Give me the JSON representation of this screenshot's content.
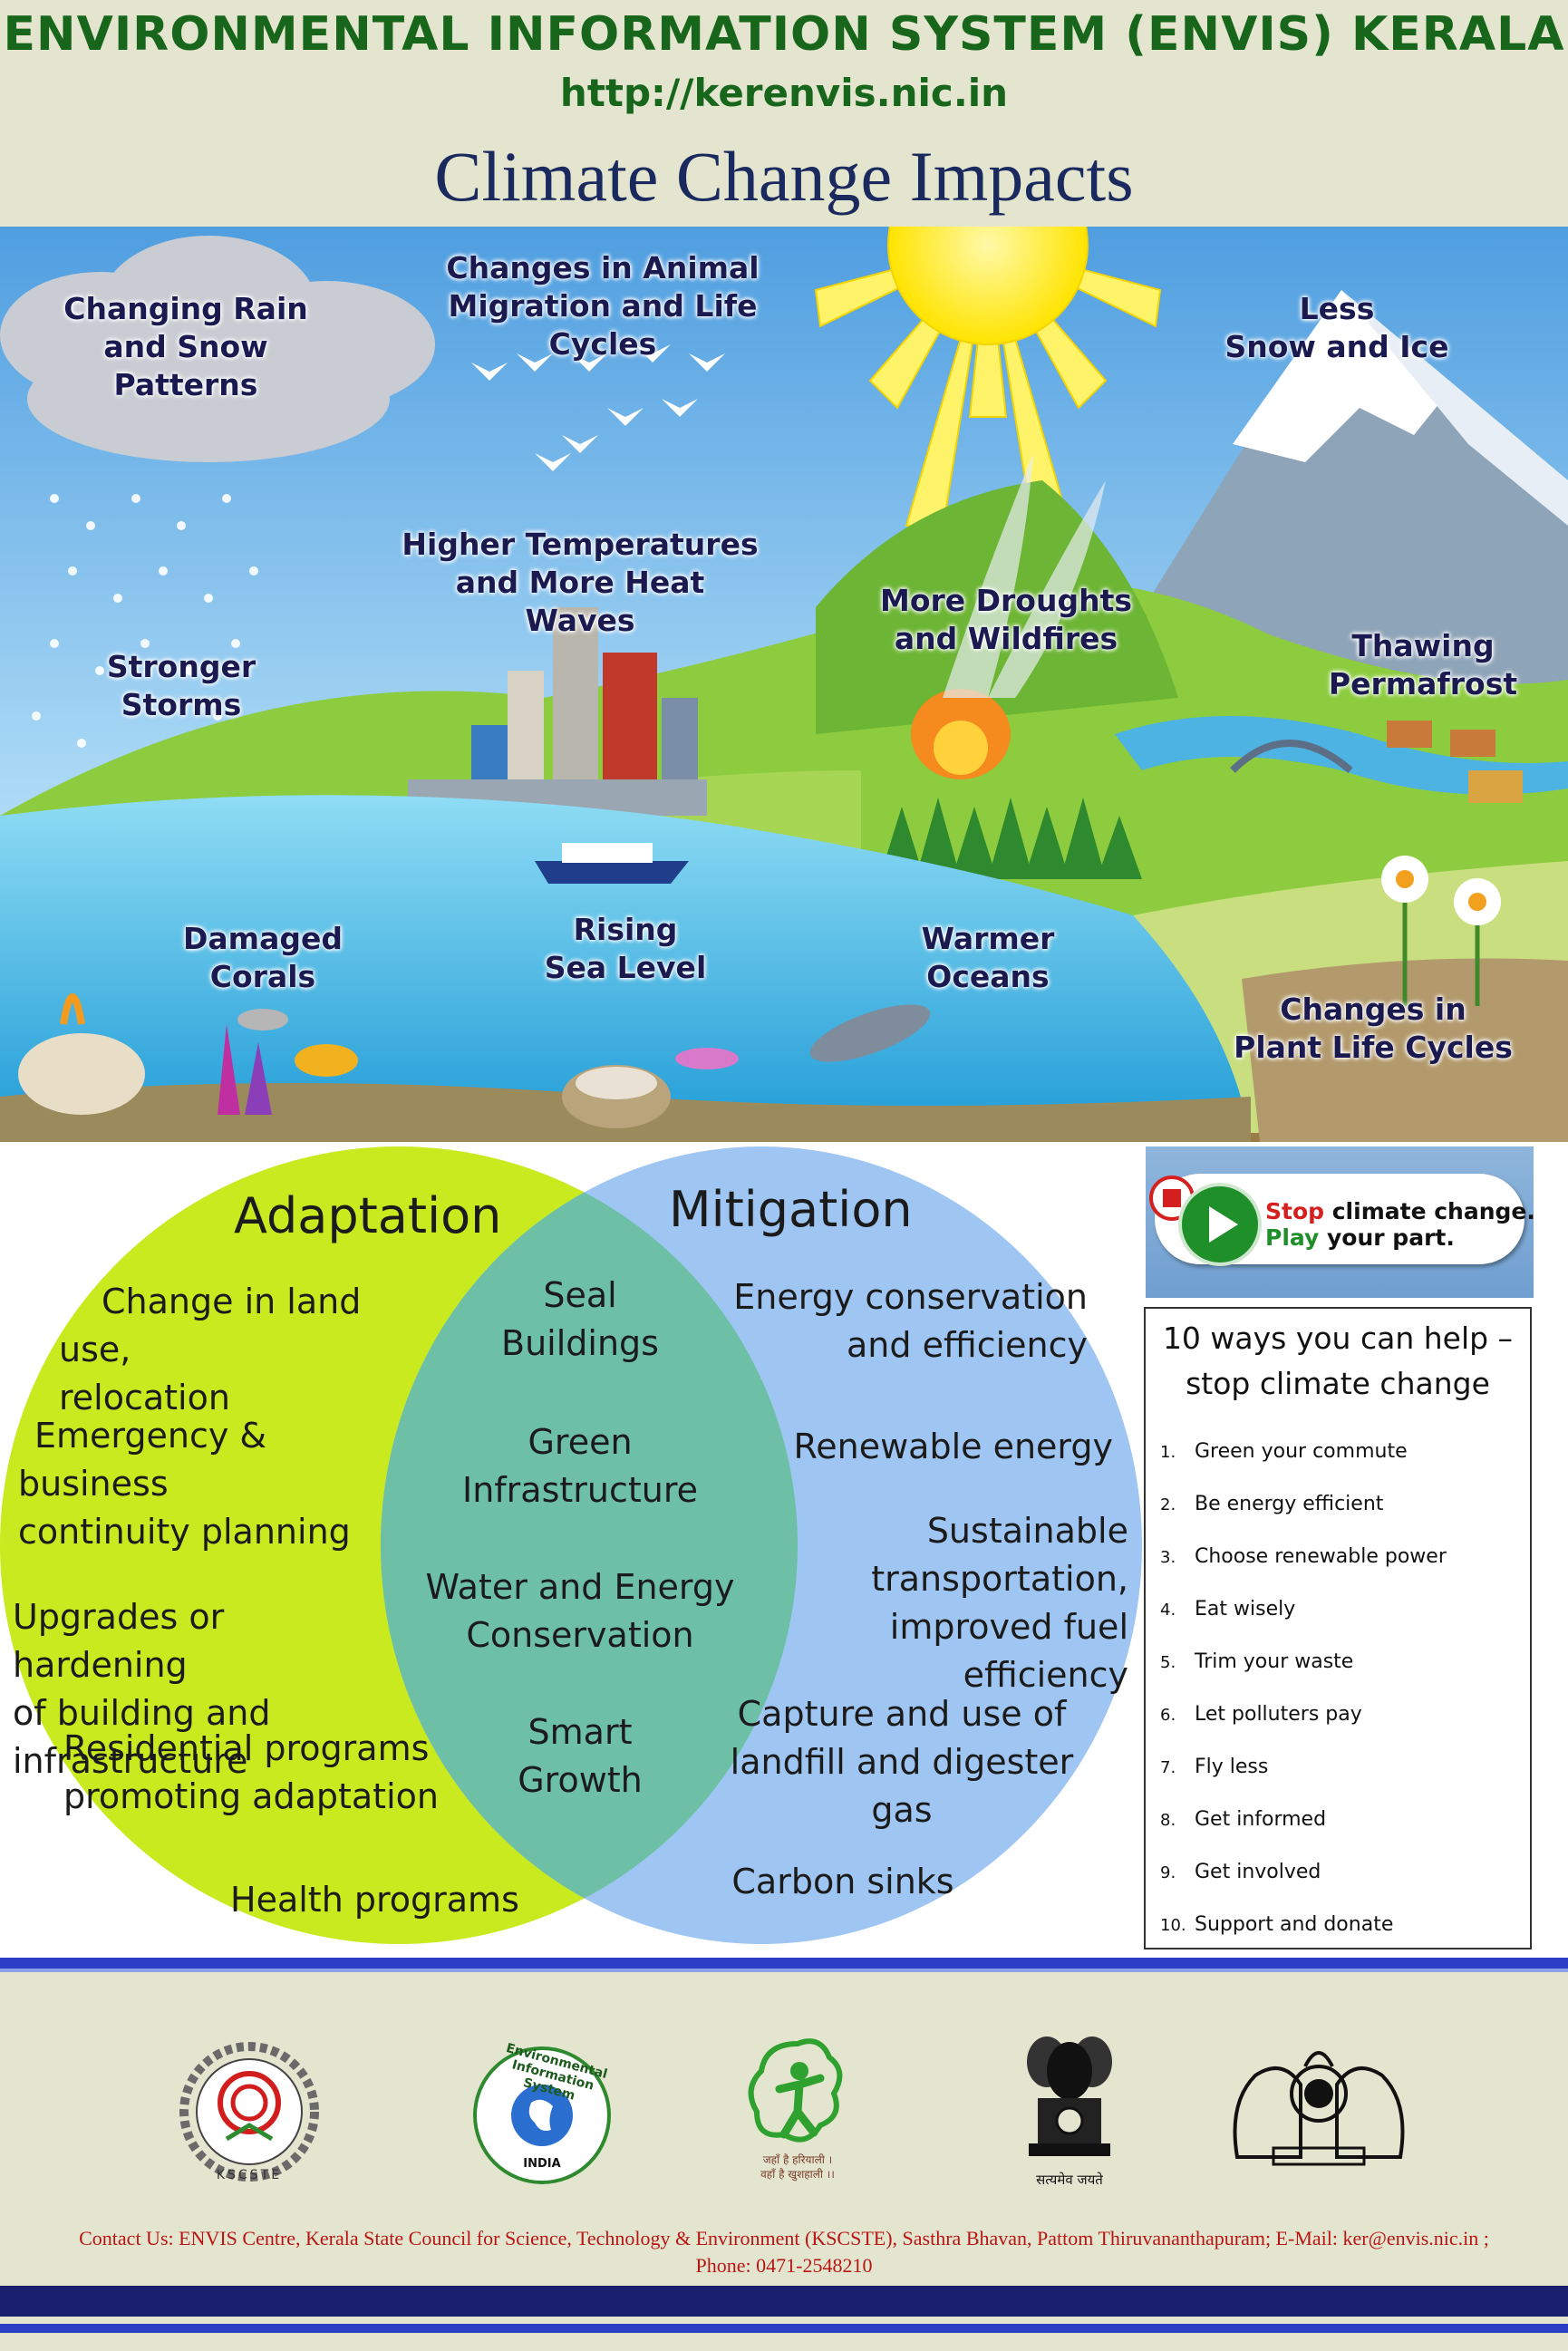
{
  "header": {
    "org_title": "ENVIRONMENTAL INFORMATION SYSTEM (ENVIS) KERALA",
    "url": "http://kerenvis.nic.in",
    "poster_title": "Climate Change Impacts"
  },
  "illustration": {
    "labels": {
      "rain_snow": "Changing Rain\nand Snow\nPatterns",
      "animal_migration": "Changes in Animal\nMigration and Life Cycles",
      "less_snow": "Less\nSnow and Ice",
      "heat_waves": "Higher Temperatures\nand More Heat Waves",
      "droughts": "More Droughts\nand Wildfires",
      "thawing": "Thawing\nPermafrost",
      "storms": "Stronger\nStorms",
      "corals": "Damaged\nCorals",
      "sea_level": "Rising\nSea Level",
      "oceans": "Warmer\nOceans",
      "plant_life": "Changes in\nPlant Life Cycles"
    }
  },
  "venn": {
    "adaptation_title": "Adaptation",
    "mitigation_title": "Mitigation",
    "adaptation_items": [
      "Change in land use,\nrelocation",
      "Emergency & business\ncontinuity planning",
      "Upgrades or hardening\nof building and\ninfrastructure",
      "Residential programs\npromoting adaptation",
      "Health programs"
    ],
    "overlap_items": [
      "Seal\nBuildings",
      "Green\nInfrastructure",
      "Water and Energy\nConservation",
      "Smart\nGrowth"
    ],
    "mitigation_items": [
      "Energy conservation\nand efficiency",
      "Renewable energy",
      "Sustainable\ntransportation,\nimproved fuel efficiency",
      "Capture and use of\nlandfill and digester gas",
      "Carbon sinks"
    ]
  },
  "stop_banner": {
    "stop": "Stop",
    "stop_rest": " climate change.",
    "play": "Play",
    "play_rest": " your part."
  },
  "ways": {
    "title": "10 ways you can help –\nstop climate change",
    "items": [
      {
        "num": "1.",
        "text": "Green your commute"
      },
      {
        "num": "2.",
        "text": "Be energy efficient"
      },
      {
        "num": "3.",
        "text": "Choose renewable power"
      },
      {
        "num": "4.",
        "text": "Eat wisely"
      },
      {
        "num": "5.",
        "text": "Trim your waste"
      },
      {
        "num": "6.",
        "text": "Let polluters pay"
      },
      {
        "num": "7.",
        "text": "Fly less"
      },
      {
        "num": "8.",
        "text": "Get informed"
      },
      {
        "num": "9.",
        "text": "Get involved"
      },
      {
        "num": "10.",
        "text": "Support and donate"
      }
    ]
  },
  "logos": {
    "kscste": "KSCSTE",
    "envis_ring": "Environmental Information System",
    "envis_india": "INDIA",
    "green_caption_1": "जहाँ है हरियाली ।",
    "green_caption_2": "वहाँ है खुशहाली ।।",
    "emblem_caption": "सत्यमेव जयते"
  },
  "footer": {
    "contact_line1": "Contact Us: ENVIS Centre, Kerala State Council for Science, Technology & Environment (KSCSTE), Sasthra Bhavan, Pattom Thiruvananthapuram; E-Mail: ker@envis.nic.in ;",
    "contact_line2": "Phone: 0471-2548210"
  },
  "colors": {
    "header_green": "#17661c",
    "title_navy": "#1b2a5e",
    "adaptation_circle": "#c8ea1e",
    "mitigation_circle": "#9fc6f2",
    "overlap": "#6dbfa6",
    "band_blue": "#2c3fc4",
    "contact_red": "#b81515"
  }
}
